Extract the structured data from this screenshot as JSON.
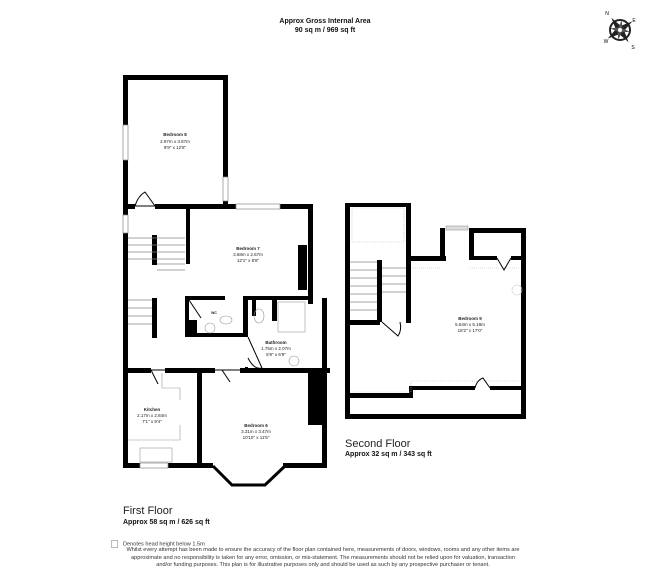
{
  "header": {
    "title": "Approx Gross Internal Area",
    "area": "90 sq m / 969 sq ft"
  },
  "compass": {
    "letters": [
      "N",
      "E",
      "S",
      "W"
    ],
    "icon": "compass-rose-icon"
  },
  "first_floor": {
    "title": "First Floor",
    "area": "Approx 58 sq m / 626 sq ft",
    "rooms": [
      {
        "name": "Bedroom 8",
        "metric": "2.97m x 3.87m",
        "imperial": "9'9\" x 12'8\""
      },
      {
        "name": "Bedroom 7",
        "metric": "3.68m x 2.67m",
        "imperial": "12'1\" x 8'8\""
      },
      {
        "name": "WC",
        "metric": "",
        "imperial": ""
      },
      {
        "name": "Bathroom",
        "metric": "1.75m x 2.07m",
        "imperial": "5'9\" x 6'9\""
      },
      {
        "name": "Kitchen",
        "metric": "2.17m x 2.84m",
        "imperial": "7'1\" x 9'4\""
      },
      {
        "name": "Bedroom 6",
        "metric": "3.31m x 3.47m",
        "imperial": "10'10\" x 11'5\""
      }
    ]
  },
  "second_floor": {
    "title": "Second Floor",
    "area": "Approx 32 sq m / 343 sq ft",
    "rooms": [
      {
        "name": "Bedroom 9",
        "metric": "5.54m x 5.18m",
        "imperial": "18'2\" x 17'0\""
      }
    ]
  },
  "legend": {
    "text": "Denotes head height below 1.5m"
  },
  "disclaimer": "Whilst every attempt has been made to ensure the accuracy of the floor plan contained here, measurements of doors, windows, rooms and any other items are approximate and no responsibility is taken for any error, omission, or mis-statement. The measurements should not be relied upon for valuation, transaction and/or funding purposes. This plan is for illustrative purposes only and should be used as such by any prospective purchaser or tenant."
}
